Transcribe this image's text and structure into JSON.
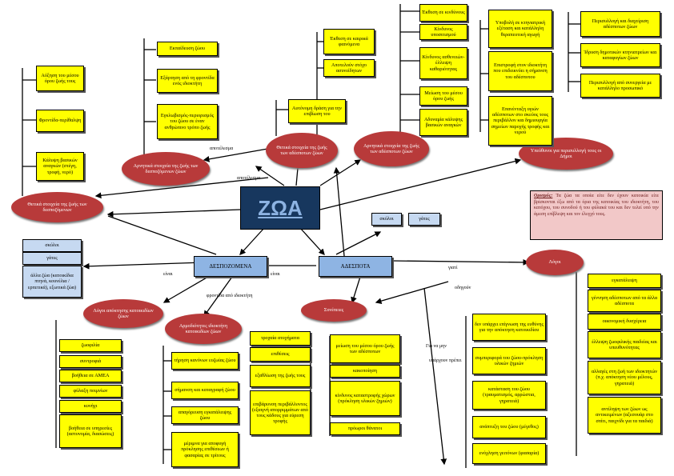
{
  "title": "ΖΩΑ",
  "definition": {
    "term": "Ορισμός:",
    "text": "Τα ζώα τα οποία είτε δεν έχουν κατοικία είτε βρίσκονται έξω από τα όρια της κατοικίας του ιδιοκτήτη, του κατόχου, του συνοδού ή του φύλακά του και δεν τελεί υπό την άμεση επίβλεψη και τον έλεγχό τους."
  },
  "main": {
    "owned": "ΔΕΣΠΟΖΟΜΕΝΑ",
    "stray": "ΑΔΕΣΠΟΤΑ"
  },
  "ovals": {
    "pos_owned": "Θετικά στοιχεία της ζωής των δεσποζόμενων",
    "neg_owned": "Αρνητικά στοιχεία της ζωής των δεσποζόμενων ζώων",
    "pos_stray": "Θετικά στοιχεία της ζωής των αδέσποτων ζώων",
    "neg_stray": "Αρνητικά στοιχεία της ζωής των αδέσποτων ζώων",
    "reasons_pet": "Λόγοι απόκτησης κατοικιδίων ζώων",
    "owner_duties": "Αρμοδιότητες ιδιοκτήτη κατοικιδίων ζώων",
    "consequences": "Συνέπειες",
    "reasons": "Λόγοι",
    "responsible": "Υπεύθυνοι για περισυλλογή τους οι Δήμοι"
  },
  "labels": {
    "result1": "αποτέλεσμα",
    "result2": "αποτέλεσμα",
    "are": "είναι",
    "are2": "είναι",
    "owner_care": "φροντίδα από ιδιοκτήτη",
    "because": "γιατί",
    "lead": "οδηγούν",
    "to_not": "Για να μην",
    "must": "υπάρχουν πρέπει"
  },
  "pos_owned_items": [
    "Αύξηση του μέσου όρου ζωής τους",
    "Φροντίδα-περίθαλψη",
    "Κάλυψη βασικών αναγκών (στέγη, τροφή, νερό)"
  ],
  "neg_owned_items": [
    "Εκπαίδευση ζώου",
    "Εξάρτηση από τη φροντίδα ενός ιδιοκτήτη",
    "Εγκλωβισμός-περιορισμός του ζώου σε έναν ανθρώπινο τρόπο ζωής"
  ],
  "pos_stray_items": [
    "Αυτόνομη δράση για την επιβίωση του"
  ],
  "neg_stray_left": [
    "Έκθεση σε καιρικά φαινόμενα",
    "Αποτελούν στόχο ασυνείδητων"
  ],
  "neg_stray_mid": [
    "Έκθεση σε κινδύνους",
    "Κίνδυνος υποσιτισμού",
    "Κίνδυνος ασθενειών-έλλειψη καθαριότητας",
    "Μείωση του μέσου όρου ζωής",
    "Αδυναμία κάλυψης βασικών αναγκών"
  ],
  "neg_stray_right": [
    "Υποβολή σε κτηνιατρική εξέταση και κατάλληλη θεραπευτική αγωγή",
    "Επιστροφή στον ιδιοκτήτη που επιδεικνύει η σήμανση του αδέσποτου",
    "Επανένταξη υγιών αδέσποτων στο σκεύος τους περιβάλλον και δημιουργία σημείων παροχής τροφής και νερού"
  ],
  "municipal_items": [
    "Περισυλλογή και διαχείριση αδέσποτων ζώων",
    "Ίδρυση δημοτικών κτηνιατρείων και καταφυγίων ζώων",
    "Περισυλλογή από συνεργεία με κατάλληλο προσωπικό"
  ],
  "stray_types": [
    "σκύλοι",
    "γάτες"
  ],
  "owned_types": [
    "σκύλοι",
    "γάτες",
    "άλλα ζώα (κατοικίδια πτηνά, κουνέλια /ερπετικά), εξωτικά ζώα)"
  ],
  "reasons_pet_items": [
    "ζωοφιλία",
    "συντροφιά",
    "βοήθεια σε ΑΜΕΑ",
    "φύλαξη ποιμνίων",
    "κυνήγι",
    "βοήθεια σε υπηρεσίες (αστυνομία, διασώσεις)"
  ],
  "owner_duties_items": [
    "τήρηση κανόνων ευζωίας ζώου",
    "σήμανση και καταγραφή ζώου",
    "απαγόρευση εγκατάλειψης ζώου",
    "μέριμνα για αποφυγή πρόκλησης επιθέσεων ή φασαρίας σε τρίτους"
  ],
  "consequences_left": [
    "τροχαία ατυχήματα",
    "επιθέσεις",
    "εξαθλίωση της ζωής τους",
    "επιβάρυνση περιβάλλοντος (εξαιγνή απορριμμάτων από τους κάδους για εύρεση τροφής"
  ],
  "consequences_right": [
    "μείωση του μέσου όρου ζωής των αδέσποτων",
    "κακοποίηση",
    "κίνδυνος καταστροφής χώρων (πρόκληση υλικών ζημιών)",
    "πρόωροι θάνατοι"
  ],
  "prevent_items": [
    "δεν υπάρχει επίγνωση της ευθύνης για την απόκτηση κατοικιδίου",
    "συμπεριφορά του ζώου-πρόκληση υλικών ζημιών",
    "κατάσταση του ζώου (τραυματισμός, αρρώστια, γηρατειά)",
    "ανάπτυξη του ζώου (μέγεθος)",
    "ενόχληση γειτόνων (φασαρία)"
  ],
  "reasons_items": [
    "εγκατάλειψη",
    "γέννηση αδέσποτων από τα άλλα αδέσποτα",
    "οικονομική δυσχέρεια",
    "έλλειψη ζωοφιλικής παιδείας και υπευθυνότητας",
    "αλλαγές στη ζωή των ιδιοκτητών (π.χ. απόκτηση νέου μέλους, γηρατειά)",
    "αντίληψη των ζώων ως αντικειμένων (αξεσουάρ στο σπίτι, παιχνίδι για τα παιδιά)"
  ]
}
